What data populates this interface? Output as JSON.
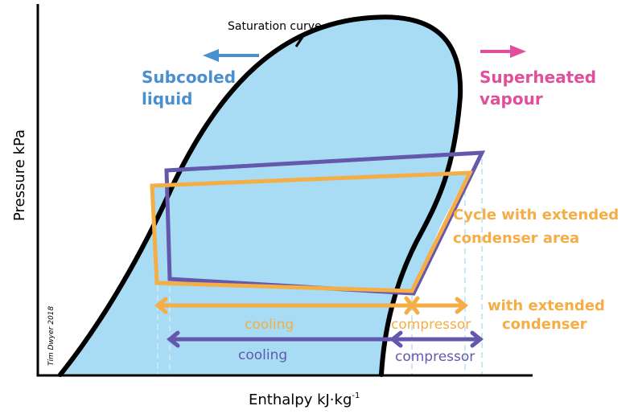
{
  "labels": {
    "saturation_curve": "Saturation curve",
    "subcooled_line1": "Subcooled",
    "subcooled_line2": "liquid",
    "superheated_line1": "Superheated",
    "superheated_line2": "vapour",
    "extended_line1": "Cycle with extended",
    "extended_line2": "condenser area",
    "with_extended_line1": "with extended",
    "with_extended_line2": "condenser",
    "cooling_orange": "cooling",
    "compressor_orange": "compressor",
    "cooling_purple": "cooling",
    "compressor_purple": "compressor",
    "y_axis": "Pressure  kPa",
    "x_axis": "Enthalpy kJ·kg",
    "x_axis_sup": "-1",
    "credit": "Tim Dwyer 2018"
  },
  "colors": {
    "dome_fill": "#a8dcf4",
    "curve": "#000000",
    "subcooled": "#4a8fcf",
    "superheated": "#e0509a",
    "orange": "#f5ad45",
    "purple": "#6458ad",
    "guide": "#c8e8f6"
  }
}
